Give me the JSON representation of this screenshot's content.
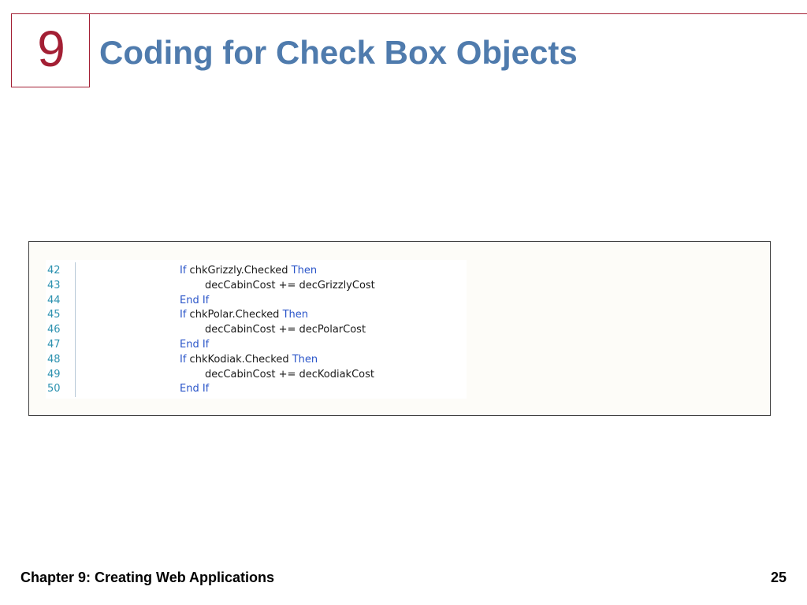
{
  "header": {
    "chapter_number": "9",
    "title": "Coding for Check Box Objects",
    "accent_color": "#a31f34",
    "title_color": "#4f7bad"
  },
  "code": {
    "line_number_color": "#2b91af",
    "keyword_color": "#2a55c9",
    "lines": [
      {
        "number": "42",
        "indent": 2,
        "tokens": [
          {
            "text": "If",
            "kind": "kw"
          },
          {
            "text": " chkGrizzly.Checked ",
            "kind": "id"
          },
          {
            "text": "Then",
            "kind": "kw"
          }
        ]
      },
      {
        "number": "43",
        "indent": 3,
        "tokens": [
          {
            "text": "decCabinCost += decGrizzlyCost",
            "kind": "id"
          }
        ]
      },
      {
        "number": "44",
        "indent": 2,
        "tokens": [
          {
            "text": "End If",
            "kind": "kw"
          }
        ]
      },
      {
        "number": "45",
        "indent": 2,
        "tokens": [
          {
            "text": "If",
            "kind": "kw"
          },
          {
            "text": " chkPolar.Checked ",
            "kind": "id"
          },
          {
            "text": "Then",
            "kind": "kw"
          }
        ]
      },
      {
        "number": "46",
        "indent": 3,
        "tokens": [
          {
            "text": "decCabinCost += decPolarCost",
            "kind": "id"
          }
        ]
      },
      {
        "number": "47",
        "indent": 2,
        "tokens": [
          {
            "text": "End If",
            "kind": "kw"
          }
        ]
      },
      {
        "number": "48",
        "indent": 2,
        "tokens": [
          {
            "text": "If",
            "kind": "kw"
          },
          {
            "text": " chkKodiak.Checked ",
            "kind": "id"
          },
          {
            "text": "Then",
            "kind": "kw"
          }
        ]
      },
      {
        "number": "49",
        "indent": 3,
        "tokens": [
          {
            "text": "decCabinCost += decKodiakCost",
            "kind": "id"
          }
        ]
      },
      {
        "number": "50",
        "indent": 2,
        "tokens": [
          {
            "text": "End If",
            "kind": "kw"
          }
        ]
      }
    ]
  },
  "footer": {
    "chapter_label": "Chapter 9: Creating Web Applications",
    "page_number": "25"
  }
}
